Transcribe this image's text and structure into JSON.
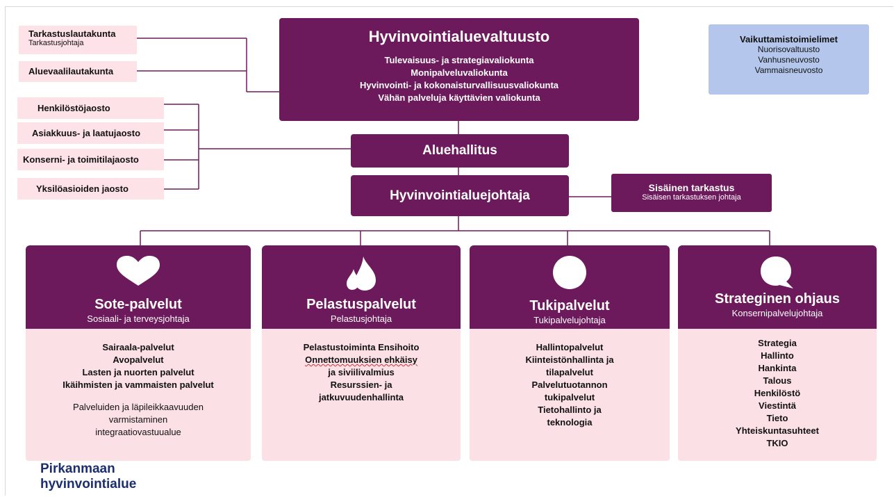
{
  "council": {
    "title": "Hyvinvointialuevaltuusto",
    "committees": [
      "Tulevaisuus- ja strategiavaliokunta",
      "Monipalveluvaliokunta",
      "Hyvinvointi- ja kokonaisturvallisuusvaliokunta",
      "Vähän palveluja käyttävien valiokunta"
    ]
  },
  "left_boards": {
    "tarkastus_title": "Tarkastuslautakunta",
    "tarkastus_sub": "Tarkastusjohtaja",
    "aluevaali": "Aluevaalilautakunta"
  },
  "sections": [
    "Henkilöstöjaosto",
    "Asiakkuus- ja laatujaosto",
    "Konserni- ja toimitilajaosto",
    "Yksilöasioiden jaosto"
  ],
  "influence": {
    "title": "Vaikuttamistoimielimet",
    "items": [
      "Nuorisovaltuusto",
      "Vanhusneuvosto",
      "Vammaisneuvosto"
    ]
  },
  "aluehallitus": "Aluehallitus",
  "johtaja": "Hyvinvointialuejohtaja",
  "audit": {
    "title": "Sisäinen tarkastus",
    "sub": "Sisäisen tarkastuksen johtaja"
  },
  "columns": [
    {
      "title": "Sote-palvelut",
      "sub": "Sosiaali- ja terveysjohtaja",
      "icon": "heart-icon",
      "items": [
        "Sairaala-palvelut",
        "Avopalvelut",
        "Lasten ja nuorten palvelut",
        "Ikäihmisten ja vammaisten palvelut"
      ],
      "note": [
        "Palveluiden ja läpileikkaavuuden",
        "varmistaminen",
        "integraatiovastuualue"
      ]
    },
    {
      "title": "Pelastuspalvelut",
      "sub": "Pelastusjohtaja",
      "icon": "flame-icon",
      "items": [
        "Pelastustoiminta Ensihoito",
        "Onnettomuuksien ehkäisy",
        "ja siviilivalmius",
        "Resurssien- ja",
        "jatkuvuudenhallinta"
      ]
    },
    {
      "title": "Tukipalvelut",
      "sub": "Tukipalvelujohtaja",
      "icon": "circle-icon",
      "items": [
        "Hallintopalvelut",
        "Kiinteistönhallinta ja",
        "tilapalvelut",
        "Palvelutuotannon",
        "tukipalvelut",
        "Tietohallinto ja",
        "teknologia"
      ]
    },
    {
      "title": "Strateginen ohjaus",
      "sub": "Konsernipalvelujohtaja",
      "icon": "speech-bubble-icon",
      "items": [
        "Strategia",
        "Hallinto",
        "Hankinta",
        "Talous",
        "Henkilöstö",
        "Viestintä",
        "Tieto",
        "Yhteiskuntasuhteet",
        "TKIO"
      ]
    }
  ],
  "logo": [
    "Pirkanmaan",
    "hyvinvointialue"
  ],
  "colors": {
    "primary": "#6d1a5c",
    "pink": "#fbe0e6",
    "blue": "#b4c6ec",
    "logo": "#1b2f6e"
  }
}
